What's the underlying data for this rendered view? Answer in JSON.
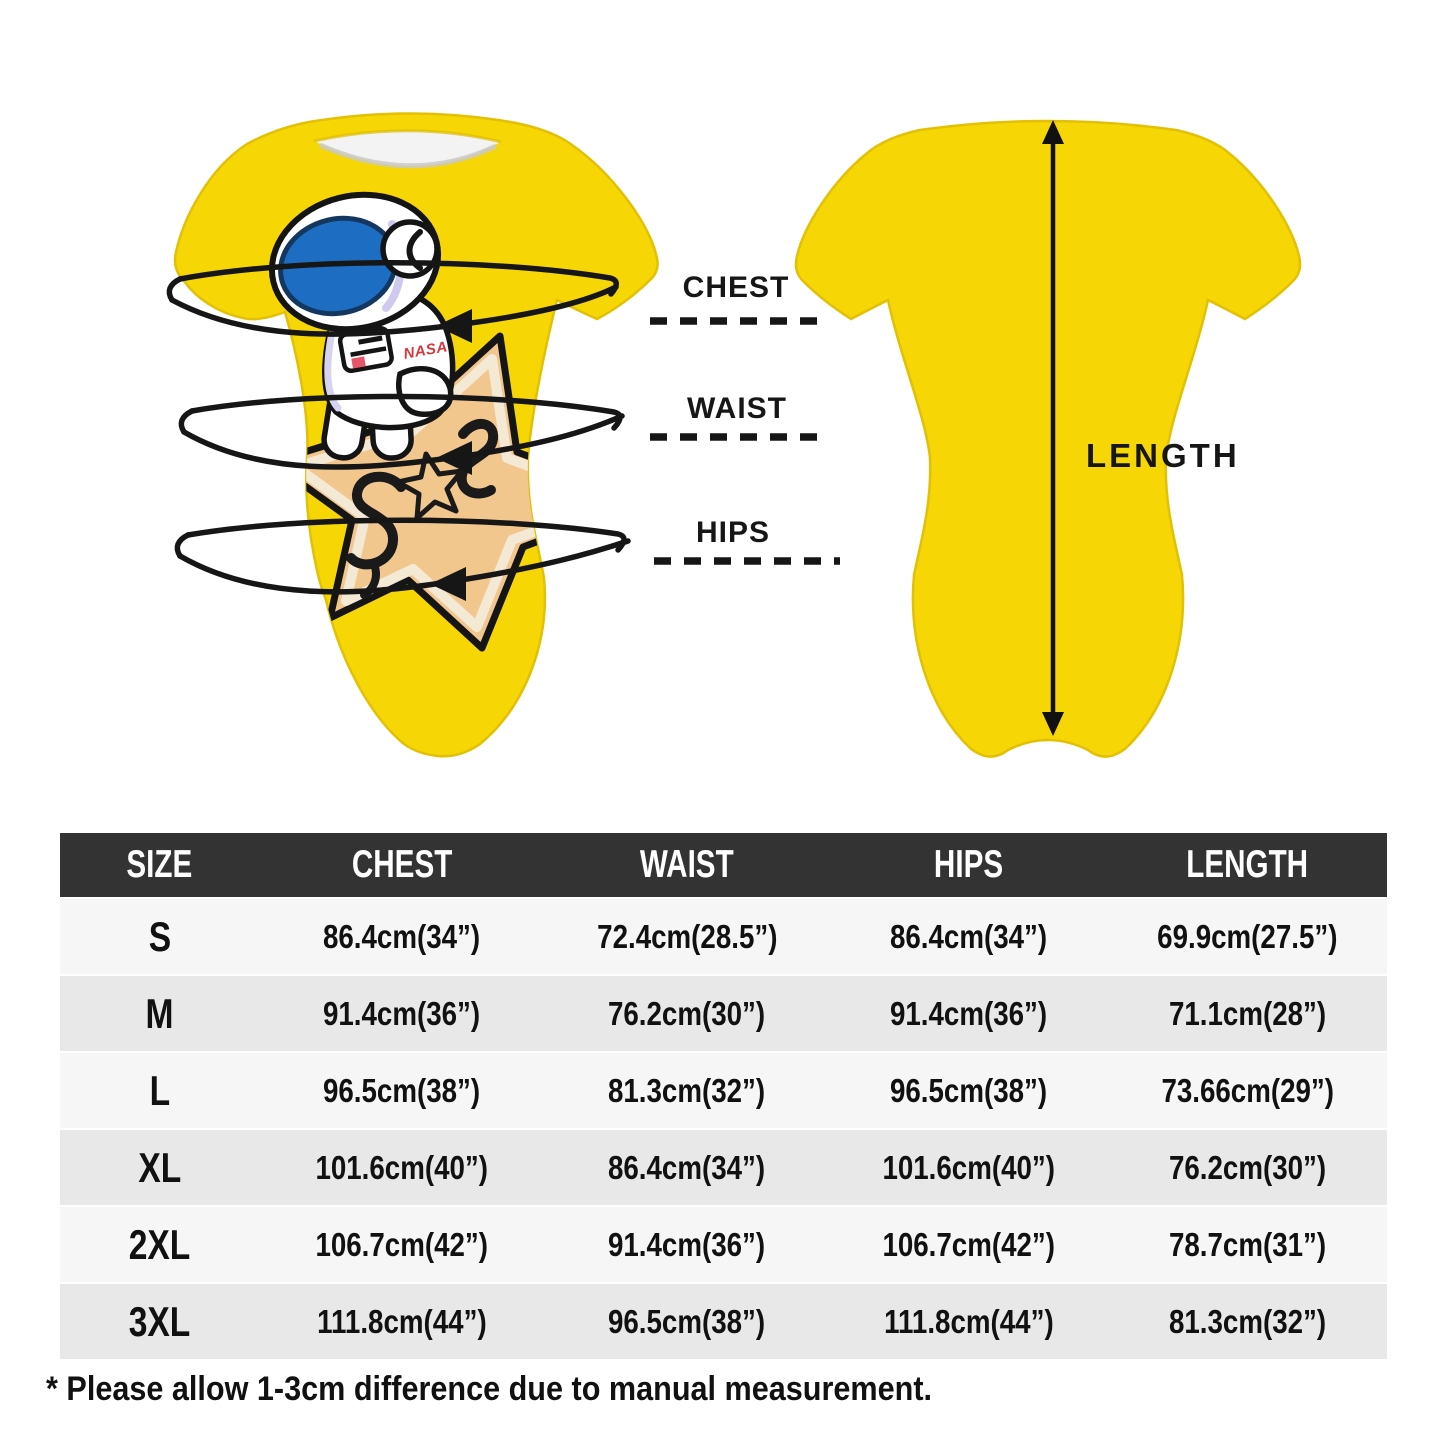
{
  "diagram": {
    "measure_labels": {
      "chest": "CHEST",
      "waist": "WAIST",
      "hips": "HIPS",
      "length": "LENGTH"
    },
    "front_graphic": {
      "nasa_logo": "NASA",
      "signature": "S☆S"
    }
  },
  "size_table": {
    "columns": [
      "SIZE",
      "CHEST",
      "WAIST",
      "HIPS",
      "LENGTH"
    ],
    "rows": [
      {
        "size": "S",
        "chest": "86.4cm(34”)",
        "waist": "72.4cm(28.5”)",
        "hips": "86.4cm(34”)",
        "length": "69.9cm(27.5”)"
      },
      {
        "size": "M",
        "chest": "91.4cm(36”)",
        "waist": "76.2cm(30”)",
        "hips": "91.4cm(36”)",
        "length": "71.1cm(28”)"
      },
      {
        "size": "L",
        "chest": "96.5cm(38”)",
        "waist": "81.3cm(32”)",
        "hips": "96.5cm(38”)",
        "length": "73.66cm(29”)"
      },
      {
        "size": "XL",
        "chest": "101.6cm(40”)",
        "waist": "86.4cm(34”)",
        "hips": "101.6cm(40”)",
        "length": "76.2cm(30”)"
      },
      {
        "size": "2XL",
        "chest": "106.7cm(42”)",
        "waist": "91.4cm(36”)",
        "hips": "106.7cm(42”)",
        "length": "78.7cm(31”)"
      },
      {
        "size": "3XL",
        "chest": "111.8cm(44”)",
        "waist": "96.5cm(38”)",
        "hips": "111.8cm(44”)",
        "length": "81.3cm(32”)"
      }
    ]
  },
  "footnote": "* Please allow 1-3cm difference due to manual measurement.",
  "colors": {
    "garment_yellow": "#F6D604",
    "star_tan": "#F2C78E",
    "star_rim_cream": "#F4E9D5",
    "visor_blue": "#1D6EC3",
    "nasa_red": "#D23A3F",
    "table_header_bg": "#333333",
    "row_light": "#F6F6F6",
    "row_dark": "#E8E8E8",
    "ink": "#161616"
  }
}
